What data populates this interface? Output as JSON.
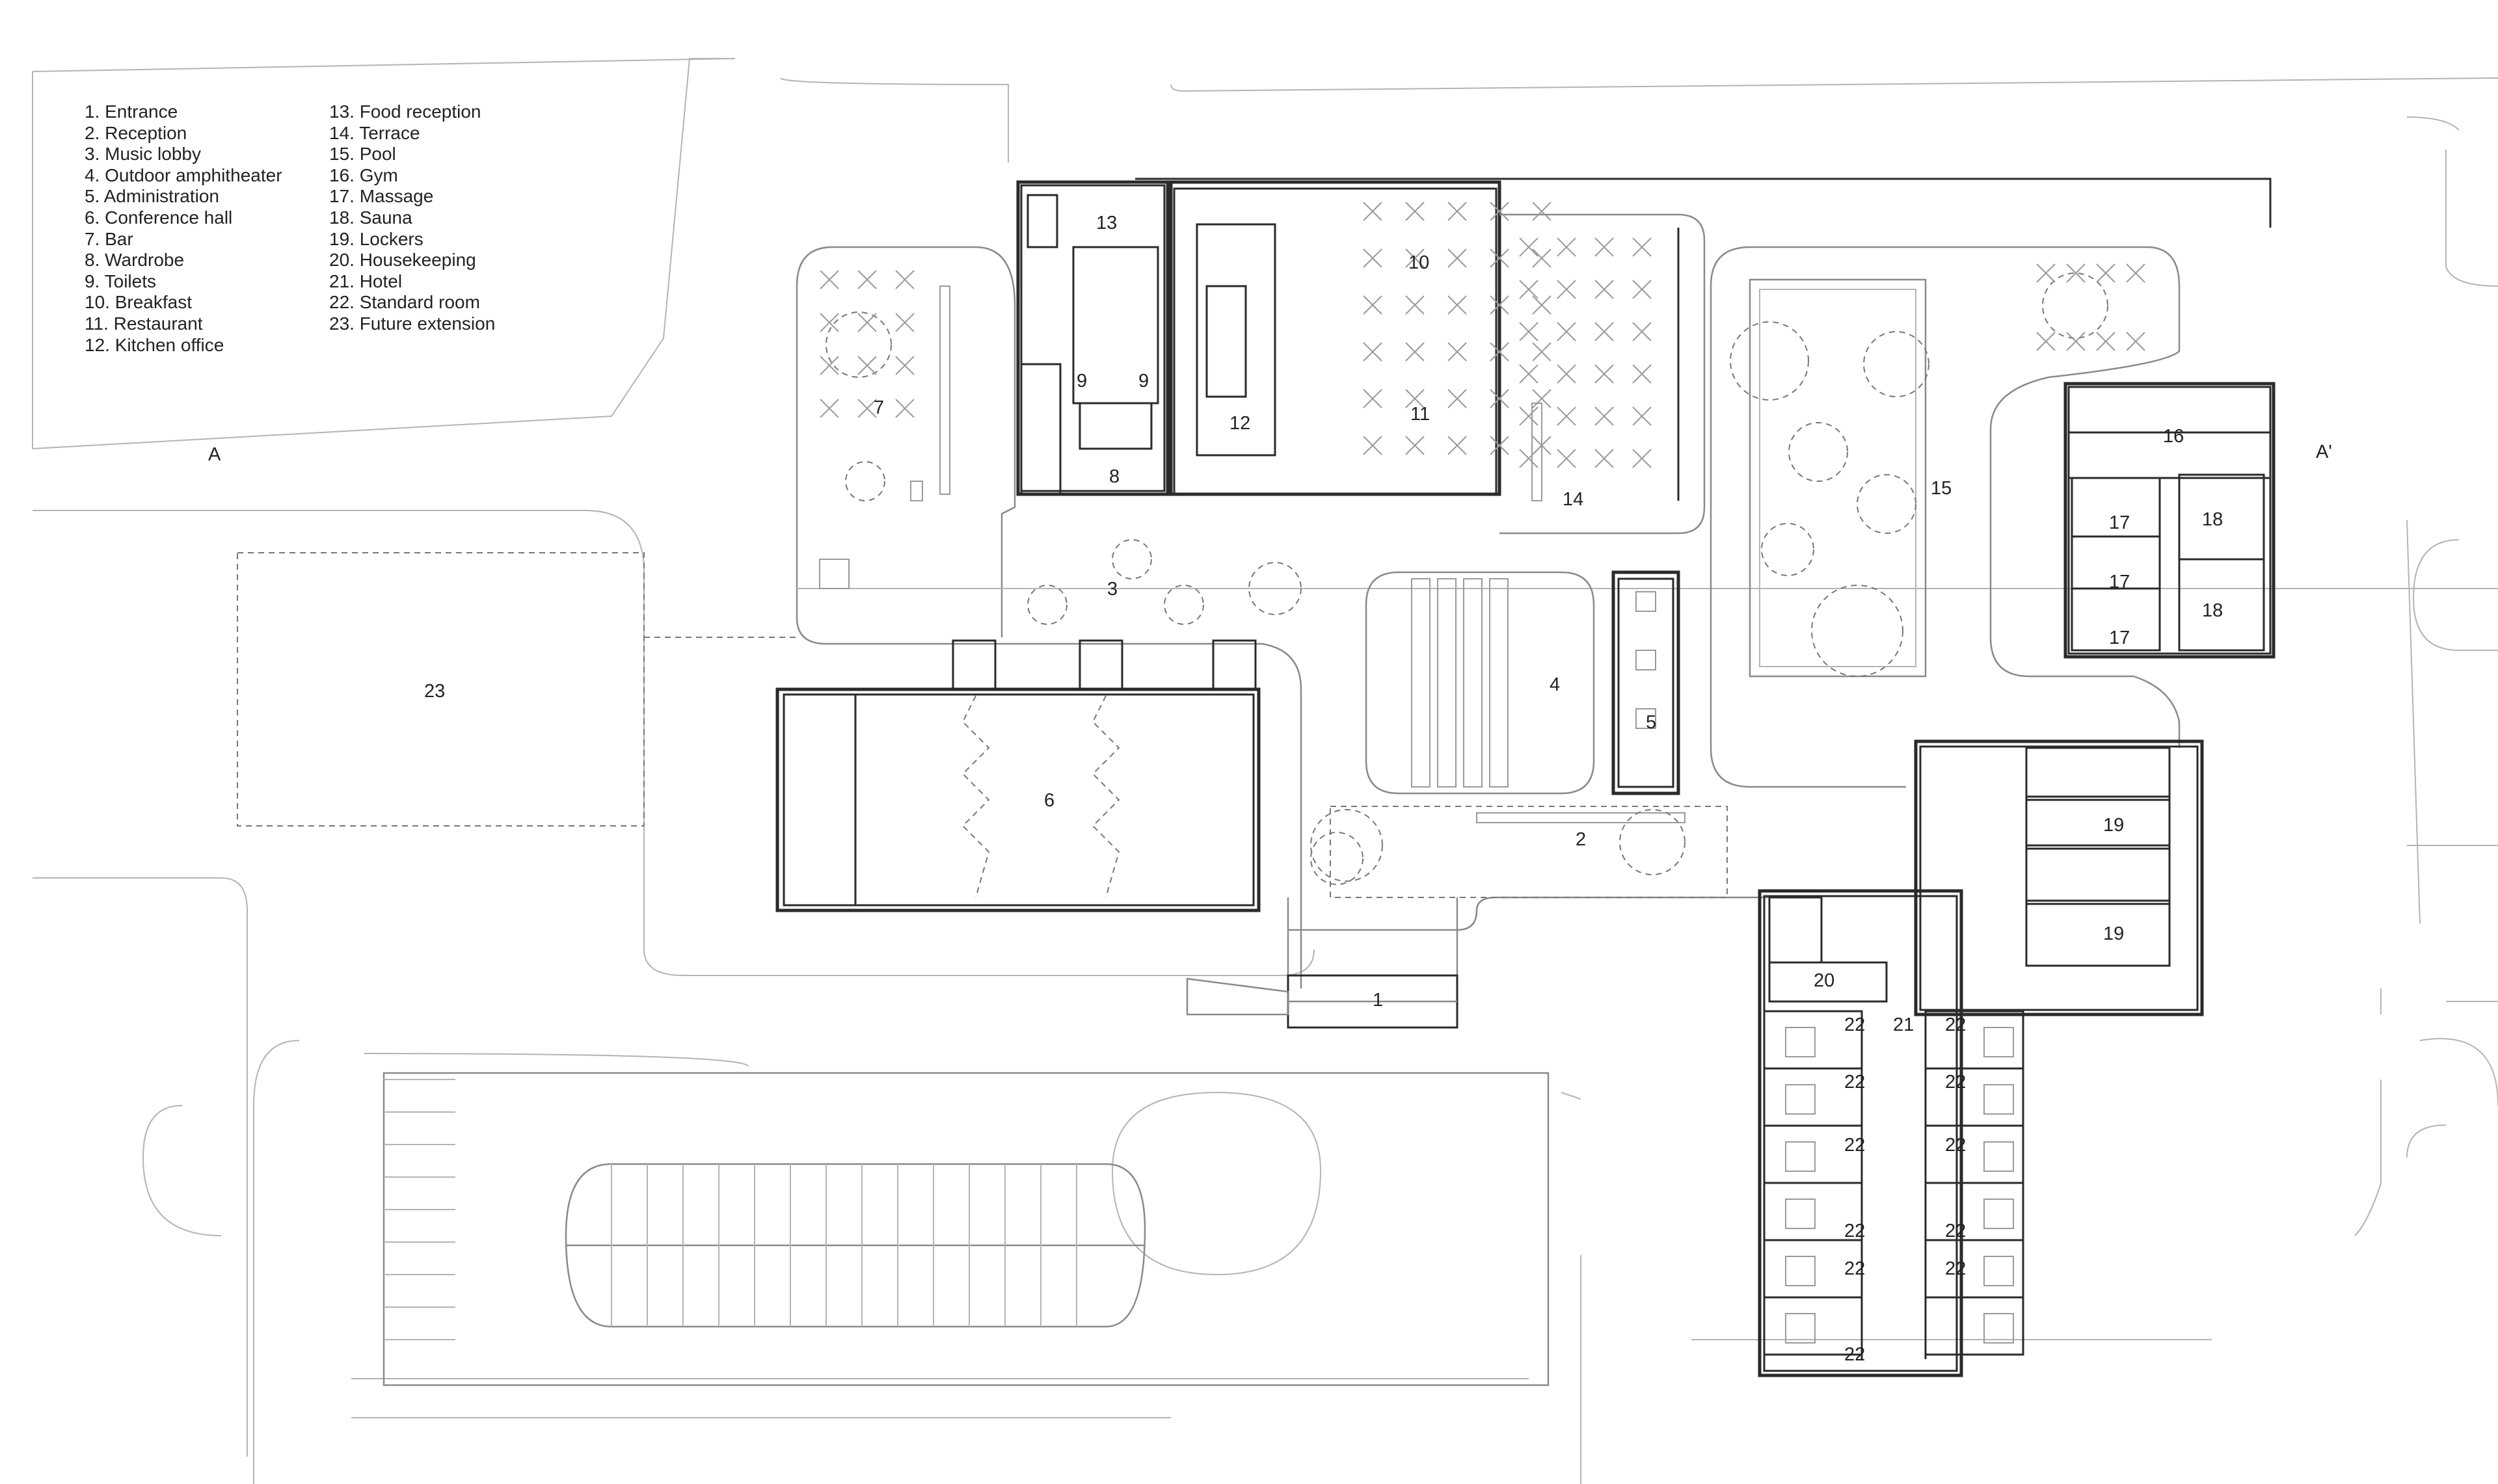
{
  "legend": {
    "column1": [
      "1. Entrance",
      "2. Reception",
      "3. Music lobby",
      "4. Outdoor amphitheater",
      "5. Administration",
      "6. Conference hall",
      "7. Bar",
      "8. Wardrobe",
      "9. Toilets",
      "10. Breakfast",
      "11. Restaurant",
      "12. Kitchen office"
    ],
    "column2": [
      "13. Food reception",
      "14. Terrace",
      "15. Pool",
      "16. Gym",
      "17. Massage",
      "18. Sauna",
      "19. Lockers",
      "20. Housekeeping",
      "21. Hotel",
      "22. Standard room",
      "23. Future extension"
    ]
  },
  "section_marks": {
    "start": "A",
    "end": "A'"
  },
  "room_labels": {
    "entrance": "1",
    "reception": "2",
    "music_lobby": "3",
    "amphitheater": "4",
    "administration": "5",
    "conference_hall": "6",
    "bar": "7",
    "wardrobe": "8",
    "toilets": "9",
    "breakfast": "10",
    "restaurant": "11",
    "kitchen_office": "12",
    "food_reception": "13",
    "terrace": "14",
    "pool": "15",
    "gym": "16",
    "massage": "17",
    "sauna": "18",
    "lockers": "19",
    "housekeeping": "20",
    "hotel": "21",
    "standard_room": "22",
    "future_extension": "23"
  }
}
